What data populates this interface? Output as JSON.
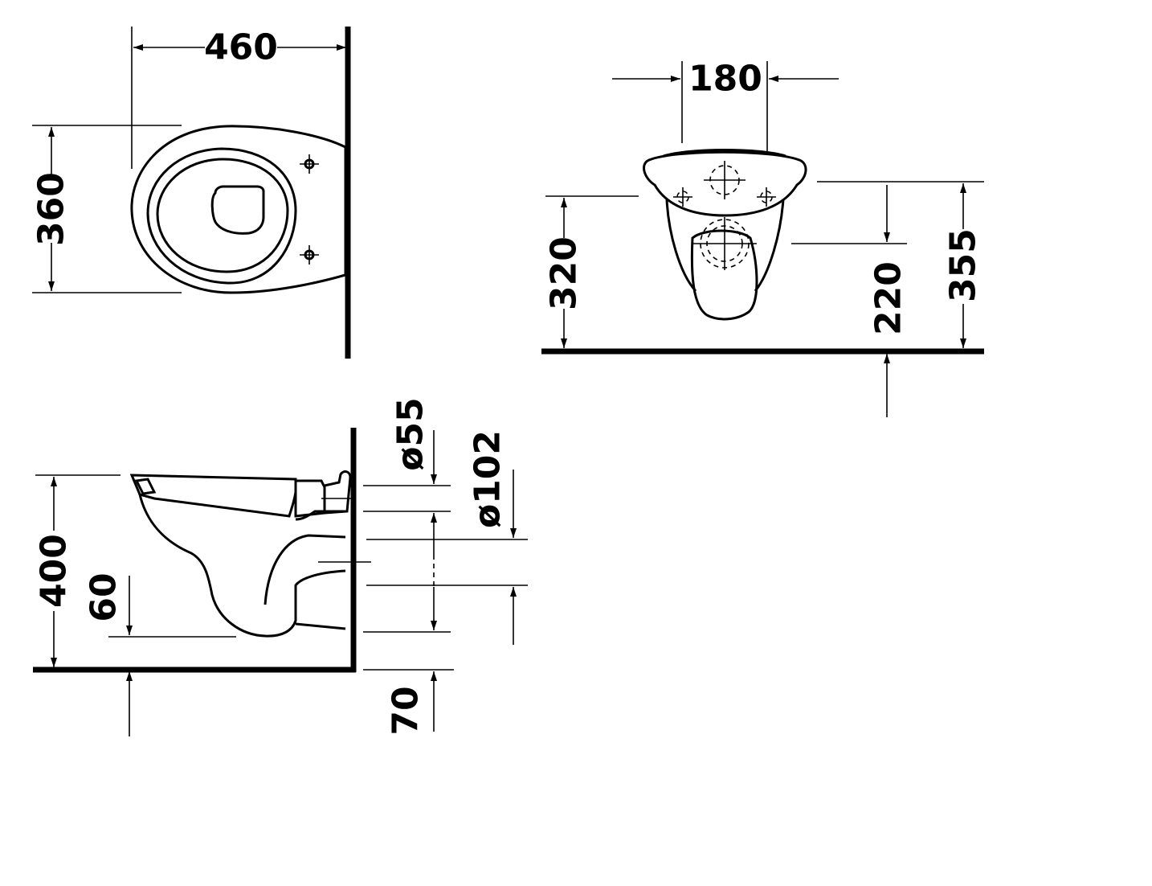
{
  "colors": {
    "line": "#000000",
    "background": "#ffffff"
  },
  "top_view": {
    "width_dim": "460",
    "depth_dim": "360"
  },
  "front_view": {
    "fixing_spacing_dim": "180",
    "bowl_height_dim": "320",
    "outlet_height_dim": "220",
    "top_height_dim": "355"
  },
  "side_view": {
    "height_dim": "400",
    "outlet_offset_dim": "60",
    "floor_offset_dim": "70",
    "inlet_diameter_dim": "ø55",
    "outlet_diameter_dim": "ø102"
  }
}
